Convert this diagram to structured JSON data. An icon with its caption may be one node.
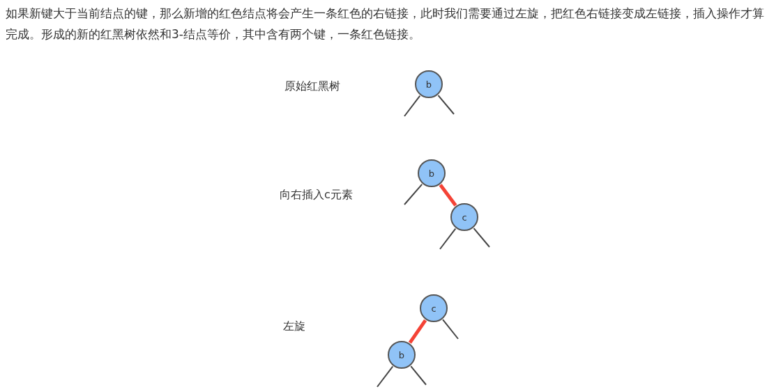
{
  "diagram": {
    "nodes": [
      {
        "text": [
          "b"
        ]
      },
      {
        "text": [
          "b"
        ]
      },
      {
        "text": [
          "c"
        ]
      },
      {
        "text": [
          "c"
        ]
      },
      {
        "text": [
          "b"
        ]
      }
    ],
    "edges": [
      {
        "from": 0,
        "to": null,
        "arrow": "none"
      },
      {
        "from": 0,
        "to": null,
        "arrow": "none"
      },
      {
        "from": 1,
        "to": null,
        "arrow": "none"
      },
      {
        "from": 1,
        "to": 2,
        "arrow": "none",
        "style": "thick",
        "color": "#f44336"
      },
      {
        "from": 2,
        "to": null,
        "arrow": "none"
      },
      {
        "from": 2,
        "to": null,
        "arrow": "none"
      },
      {
        "from": 3,
        "to": 4,
        "arrow": "none",
        "style": "thick",
        "color": "#f44336"
      },
      {
        "from": 3,
        "to": null,
        "arrow": "none"
      },
      {
        "from": 4,
        "to": null,
        "arrow": "none"
      },
      {
        "from": 4,
        "to": null,
        "arrow": "none"
      }
    ],
    "labels": [
      "如果新键大于当前结点的键，那么新增的红色结点将会产生一条红色的右链接，此时我们需要通过左旋，把红色右链接变成左链接，插入操作才算完成。形成的新的红黑树依然和3-结点等价，其中含有两个键，一条红色链接。",
      "原始红黑树",
      "向右插入c元素",
      "左旋"
    ]
  }
}
